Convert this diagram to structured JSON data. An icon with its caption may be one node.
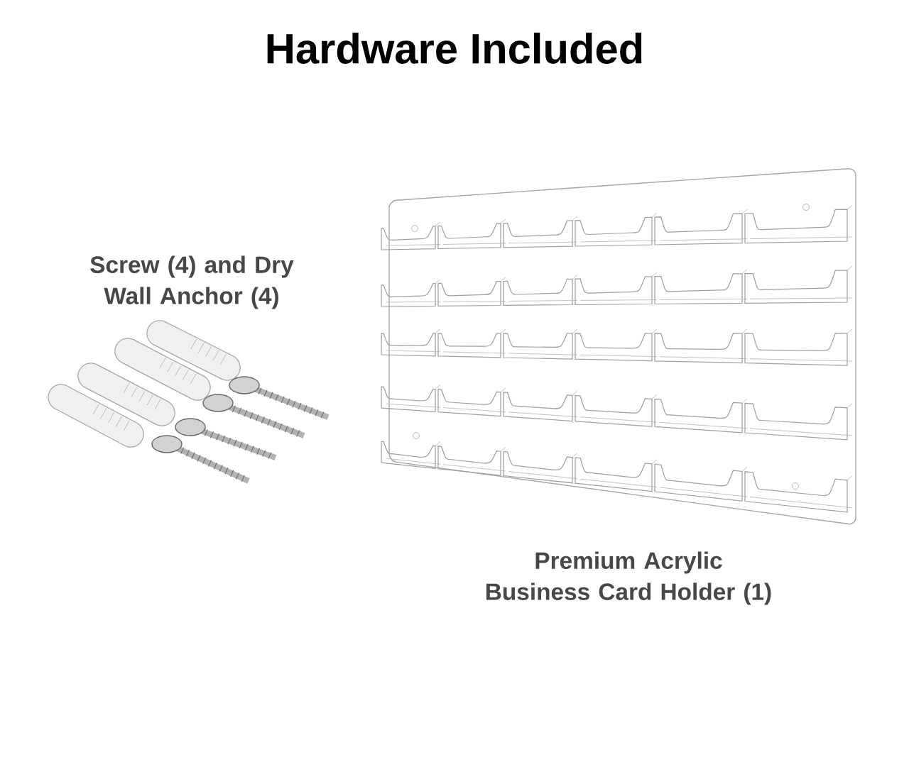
{
  "diagram": {
    "title": "Hardware Included",
    "labels": [
      "Screw (4) and Dry Wall Anchor (4)",
      "Premium Acrylic Business Card Holder (1)"
    ]
  }
}
